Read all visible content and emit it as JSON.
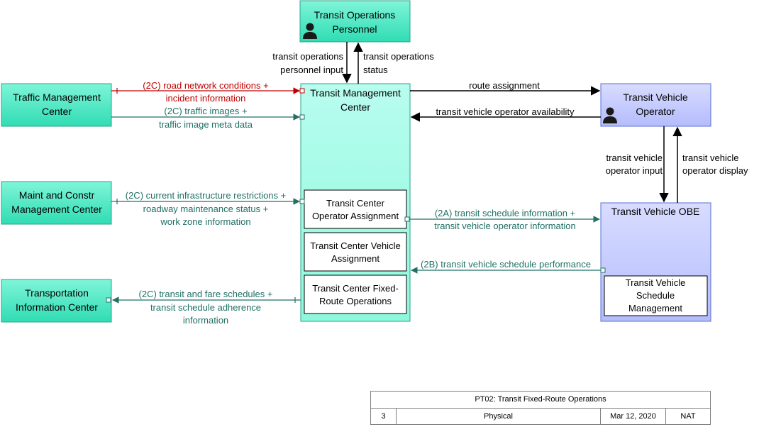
{
  "elements": {
    "tops": [
      "Transit Operations",
      "Personnel"
    ],
    "tmc": [
      "Transit Management",
      "Center"
    ],
    "trafficmc": [
      "Traffic Management",
      "Center"
    ],
    "maint": [
      "Maint and Constr",
      "Management Center"
    ],
    "tic": [
      "Transportation",
      "Information Center"
    ],
    "tvo": [
      "Transit Vehicle",
      "Operator"
    ],
    "obe": [
      "Transit Vehicle OBE"
    ],
    "opassign": [
      "Transit Center",
      "Operator Assignment"
    ],
    "vehassign": [
      "Transit Center Vehicle",
      "Assignment"
    ],
    "fixedroute": [
      "Transit Center Fixed-",
      "Route Operations"
    ],
    "vsm": [
      "Transit Vehicle",
      "Schedule",
      "Management"
    ]
  },
  "flows": {
    "ops_input": [
      "transit operations",
      "personnel input"
    ],
    "ops_status": [
      "transit operations",
      "status"
    ],
    "route_assignment": [
      "route assignment"
    ],
    "operator_availability": [
      "transit vehicle operator availability"
    ],
    "op_input": [
      "transit vehicle",
      "operator input"
    ],
    "op_display": [
      "transit vehicle",
      "operator display"
    ],
    "road_network": [
      "(2C) road network conditions +",
      "incident information"
    ],
    "traffic_images": [
      "(2C) traffic images +",
      "traffic image meta data"
    ],
    "infrastructure": [
      "(2C) current infrastructure restrictions +",
      "roadway maintenance status +",
      "work zone information"
    ],
    "schedule_info": [
      "(2A) transit schedule information +",
      "transit vehicle operator information"
    ],
    "schedule_perf": [
      "(2B) transit vehicle schedule performance"
    ],
    "fare_schedules": [
      "(2C) transit and fare schedules +",
      "transit schedule adherence",
      "information"
    ]
  },
  "colors": {
    "terminator_fill": "#40e8c0",
    "tmc_fill": "#a8fce8",
    "vehicle_fill": "#c4ccff",
    "flow_red": "#c00000",
    "flow_teal": "#1f7065",
    "flow_black": "#000000"
  },
  "title_block": {
    "title": "PT02: Transit Fixed-Route Operations",
    "number": "3",
    "view": "Physical",
    "date": "Mar 12, 2020",
    "scope": "NAT"
  }
}
